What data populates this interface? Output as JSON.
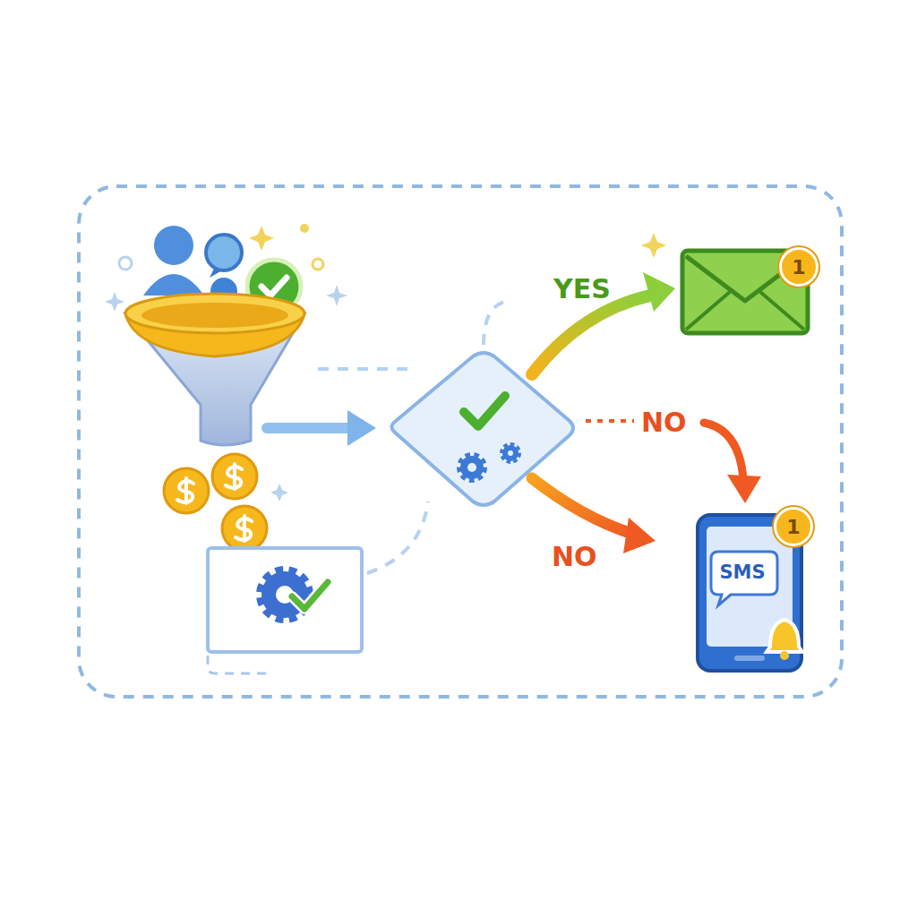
{
  "diagram": {
    "nodes": [
      {
        "text": [
          "1"
        ]
      },
      {
        "text": [
          "SMS"
        ]
      },
      {
        "text": [
          "1"
        ]
      }
    ],
    "labels": [
      "YES",
      "NO",
      "NO"
    ]
  }
}
